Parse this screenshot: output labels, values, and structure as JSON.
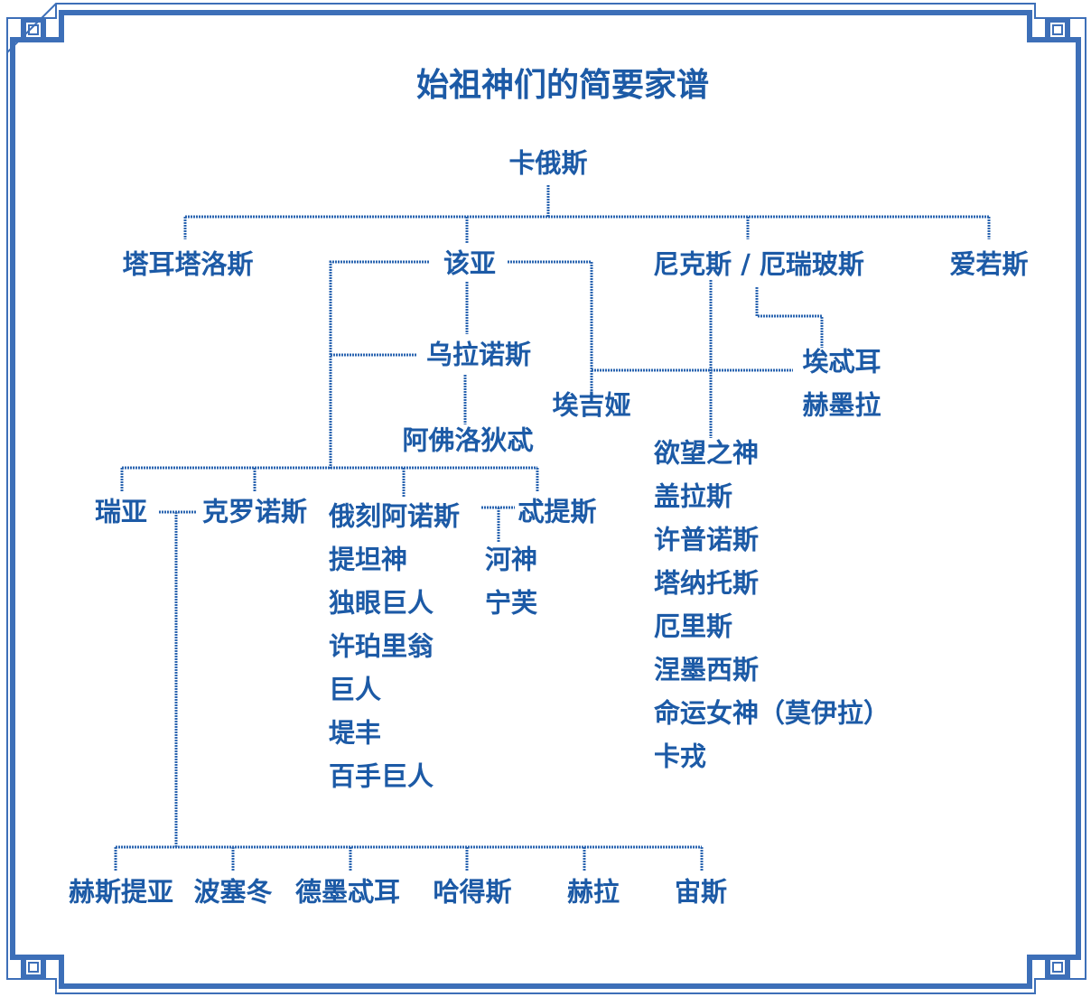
{
  "title": "始祖神们的简要家谱",
  "colors": {
    "text": "#1c5aa6",
    "line": "#2a64b0",
    "frame": "#3d6fb8"
  },
  "root": "卡俄斯",
  "gen1": [
    "塔耳塔洛斯",
    "该亚",
    "尼克斯 / 厄瑞玻斯",
    "爱若斯"
  ],
  "gaia_line": {
    "uranus": "乌拉诺斯",
    "aphrodite": "阿佛洛狄忒",
    "aegea": "埃吉娅"
  },
  "nyx_erebus_children": [
    "埃忒耳",
    "赫墨拉"
  ],
  "nyx_children": [
    "欲望之神",
    "盖拉斯",
    "许普诺斯",
    "塔纳托斯",
    "厄里斯",
    "涅墨西斯",
    "命运女神（莫伊拉）",
    "卡戎"
  ],
  "titans": {
    "rhea": "瑞亚",
    "cronus": "克罗诺斯",
    "oceanus": "俄刻阿诺斯",
    "tethys": "忒提斯"
  },
  "uranus_children": [
    "提坦神",
    "独眼巨人",
    "许珀里翁",
    "巨人",
    "堤丰",
    "百手巨人"
  ],
  "oceanus_children": [
    "河神",
    "宁芙"
  ],
  "olympians": [
    "赫斯提亚",
    "波塞冬",
    "德墨忒耳",
    "哈得斯",
    "赫拉",
    "宙斯"
  ]
}
